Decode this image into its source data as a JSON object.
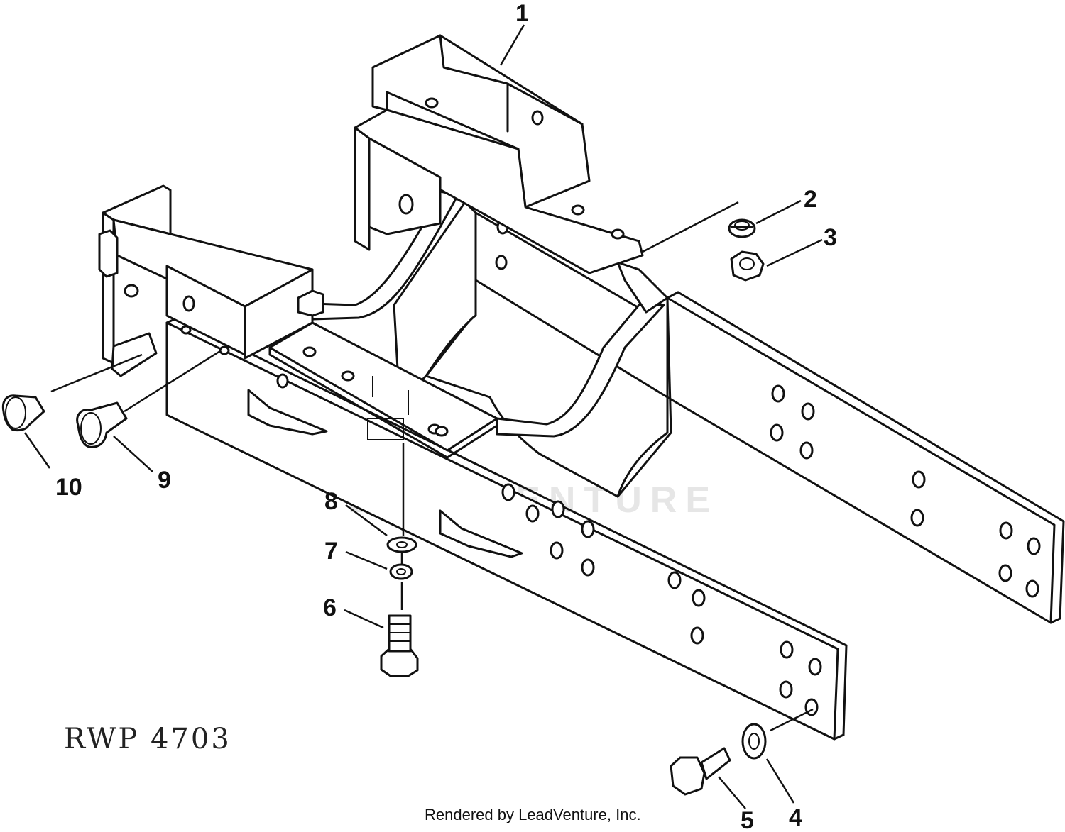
{
  "diagram": {
    "callouts": [
      {
        "id": "1",
        "label": "1"
      },
      {
        "id": "2",
        "label": "2"
      },
      {
        "id": "3",
        "label": "3"
      },
      {
        "id": "4",
        "label": "4"
      },
      {
        "id": "5",
        "label": "5"
      },
      {
        "id": "6",
        "label": "6"
      },
      {
        "id": "7",
        "label": "7"
      },
      {
        "id": "8",
        "label": "8"
      },
      {
        "id": "9",
        "label": "9"
      },
      {
        "id": "10",
        "label": "10"
      }
    ],
    "drawing_code": "RWP 4703",
    "footer": "Rendered by LeadVenture, Inc.",
    "watermark": "LEADVENTURE"
  }
}
